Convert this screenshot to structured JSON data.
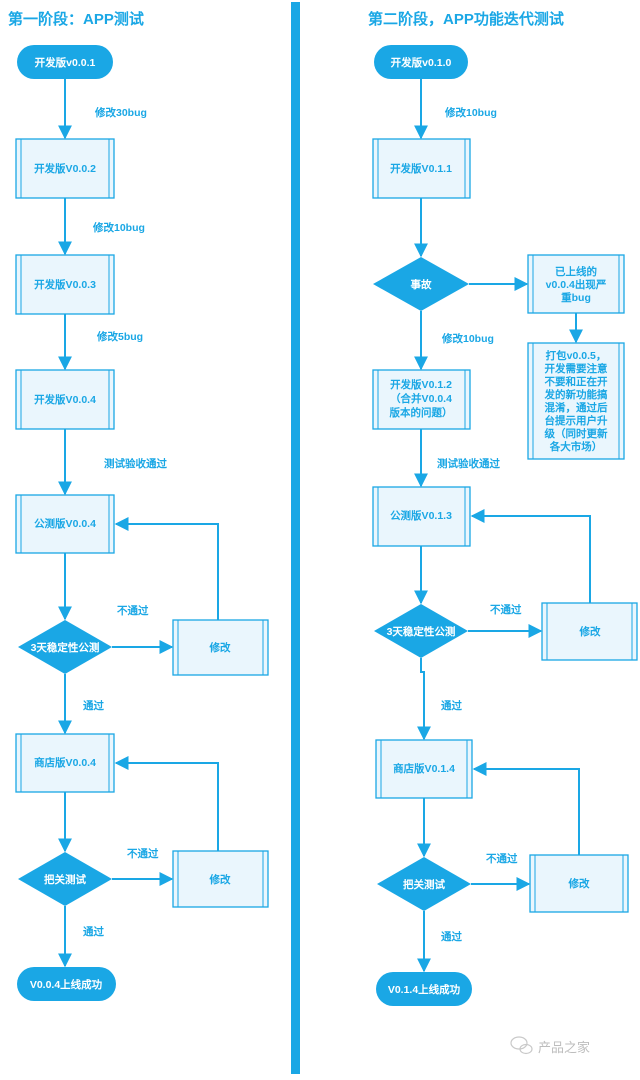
{
  "colors": {
    "accent": "#1aa7e5",
    "node_fill": "#1aa7e5",
    "process_fill": "#eaf6fd",
    "process_border": "#1aa7e5",
    "node_text_dark": "#1aa7e5",
    "node_text_light": "#ffffff",
    "label_text": "#1aa7e5",
    "divider": "#1aa7e5"
  },
  "left": {
    "title": "第一阶段：APP测试",
    "start": "开发版v0.0.1",
    "edge1": "修改30bug",
    "box1": "开发版V0.0.2",
    "edge2": "修改10bug",
    "box2": "开发版V0.0.3",
    "edge3": "修改5bug",
    "box3": "开发版V0.0.4",
    "edge4": "测试验收通过",
    "box4": "公测版V0.0.4",
    "fail1": "不通过",
    "diamond1": "3天稳定性公测",
    "fix1": "修改",
    "pass1": "通过",
    "box5": "商店版V0.0.4",
    "fail2": "不通过",
    "diamond2": "把关测试",
    "fix2": "修改",
    "pass2": "通过",
    "end": "V0.0.4上线成功"
  },
  "right": {
    "title": "第二阶段，APP功能迭代测试",
    "start": "开发版v0.1.0",
    "edge1": "修改10bug",
    "box1": "开发版V0.1.1",
    "accident": "事故",
    "note1": [
      "已上线的",
      "v0.0.4出现严",
      "重bug"
    ],
    "note2": [
      "打包v0.0.5，",
      "开发需要注意",
      "不要和正在开",
      "发的新功能搞",
      "混淆，通过后",
      "台提示用户升",
      "级（同时更新",
      "各大市场）"
    ],
    "edge2": "修改10bug",
    "box2": [
      "开发版V0.1.2",
      "（合并V0.0.4",
      "版本的问题）"
    ],
    "edge3": "测试验收通过",
    "box3": "公测版V0.1.3",
    "fail1": "不通过",
    "diamond1": "3天稳定性公测",
    "fix1": "修改",
    "pass1": "通过",
    "box4": "商店版V0.1.4",
    "fail2": "不通过",
    "diamond2": "把关测试",
    "fix2": "修改",
    "pass2": "通过",
    "end": "V0.1.4上线成功"
  },
  "watermark": {
    "icon": "wechat-icon",
    "text": "产品之家"
  }
}
